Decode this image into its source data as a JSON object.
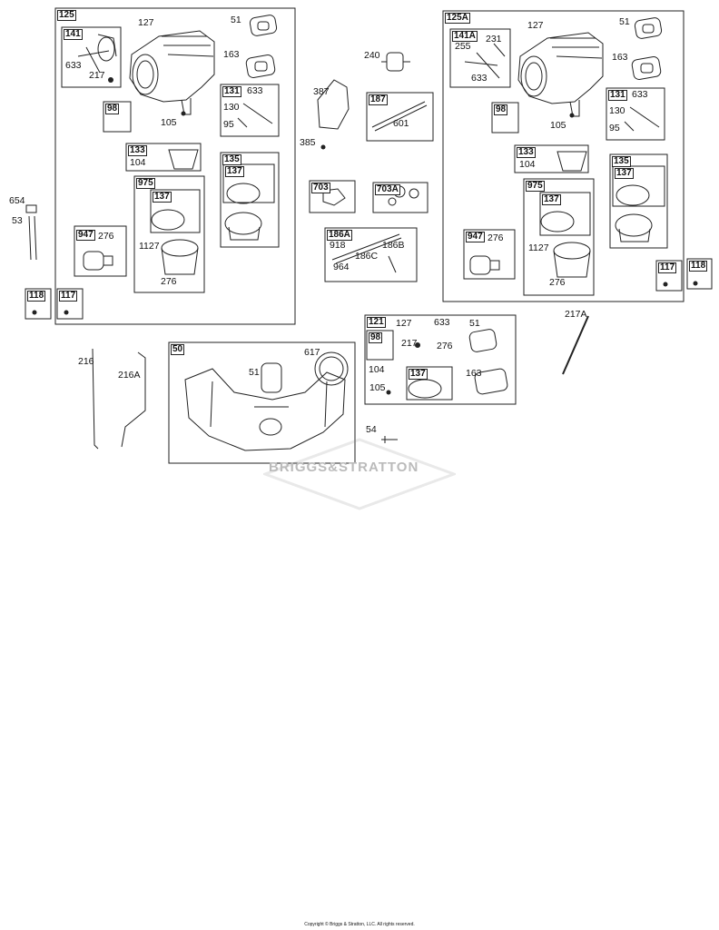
{
  "assemblies": {
    "a125": "125",
    "a125A": "125A",
    "a141": "141",
    "a141A": "141A",
    "a131": "131",
    "a131b": "131",
    "a133": "133",
    "a133b": "133",
    "a135": "135",
    "a135b": "135",
    "a137": "137",
    "a137b": "137",
    "a137c": "137",
    "a137d": "137",
    "a137e": "137",
    "a975": "975",
    "a975b": "975",
    "a947": "947",
    "a947b": "947",
    "a98": "98",
    "a98b": "98",
    "a98c": "98",
    "a117": "117",
    "a117b": "117",
    "a118": "118",
    "a118b": "118",
    "a187": "187",
    "a703": "703",
    "a703A": "703A",
    "a186A": "186A",
    "a121": "121",
    "a50": "50"
  },
  "labels": {
    "p127": "127",
    "p51": "51",
    "p163": "163",
    "p633": "633",
    "p217": "217",
    "p633b": "633",
    "p130": "130",
    "p95": "95",
    "p105": "105",
    "p104": "104",
    "p276": "276",
    "p1127": "1127",
    "p276b": "276",
    "p654": "654",
    "p53": "53",
    "p240": "240",
    "p387": "387",
    "p385": "385",
    "p601": "601",
    "p918": "918",
    "p186B": "186B",
    "p186C": "186C",
    "p964": "964",
    "q127": "127",
    "q51": "51",
    "q163": "163",
    "q255": "255",
    "q231": "231",
    "q633": "633",
    "q633b": "633",
    "q130": "130",
    "q95": "95",
    "q105": "105",
    "q104": "104",
    "q276": "276",
    "q1127": "1127",
    "q276b": "276",
    "r127": "127",
    "r633": "633",
    "r51": "51",
    "r217": "217",
    "r276": "276",
    "r104": "104",
    "r163": "163",
    "r105": "105",
    "r54": "54",
    "p216": "216",
    "p216A": "216A",
    "p217A": "217A",
    "p51c": "51",
    "p617": "617"
  },
  "watermark": "BRIGGS&STRATTON",
  "copyright": "Copyright © Briggs & Stratton, LLC. All rights reserved."
}
